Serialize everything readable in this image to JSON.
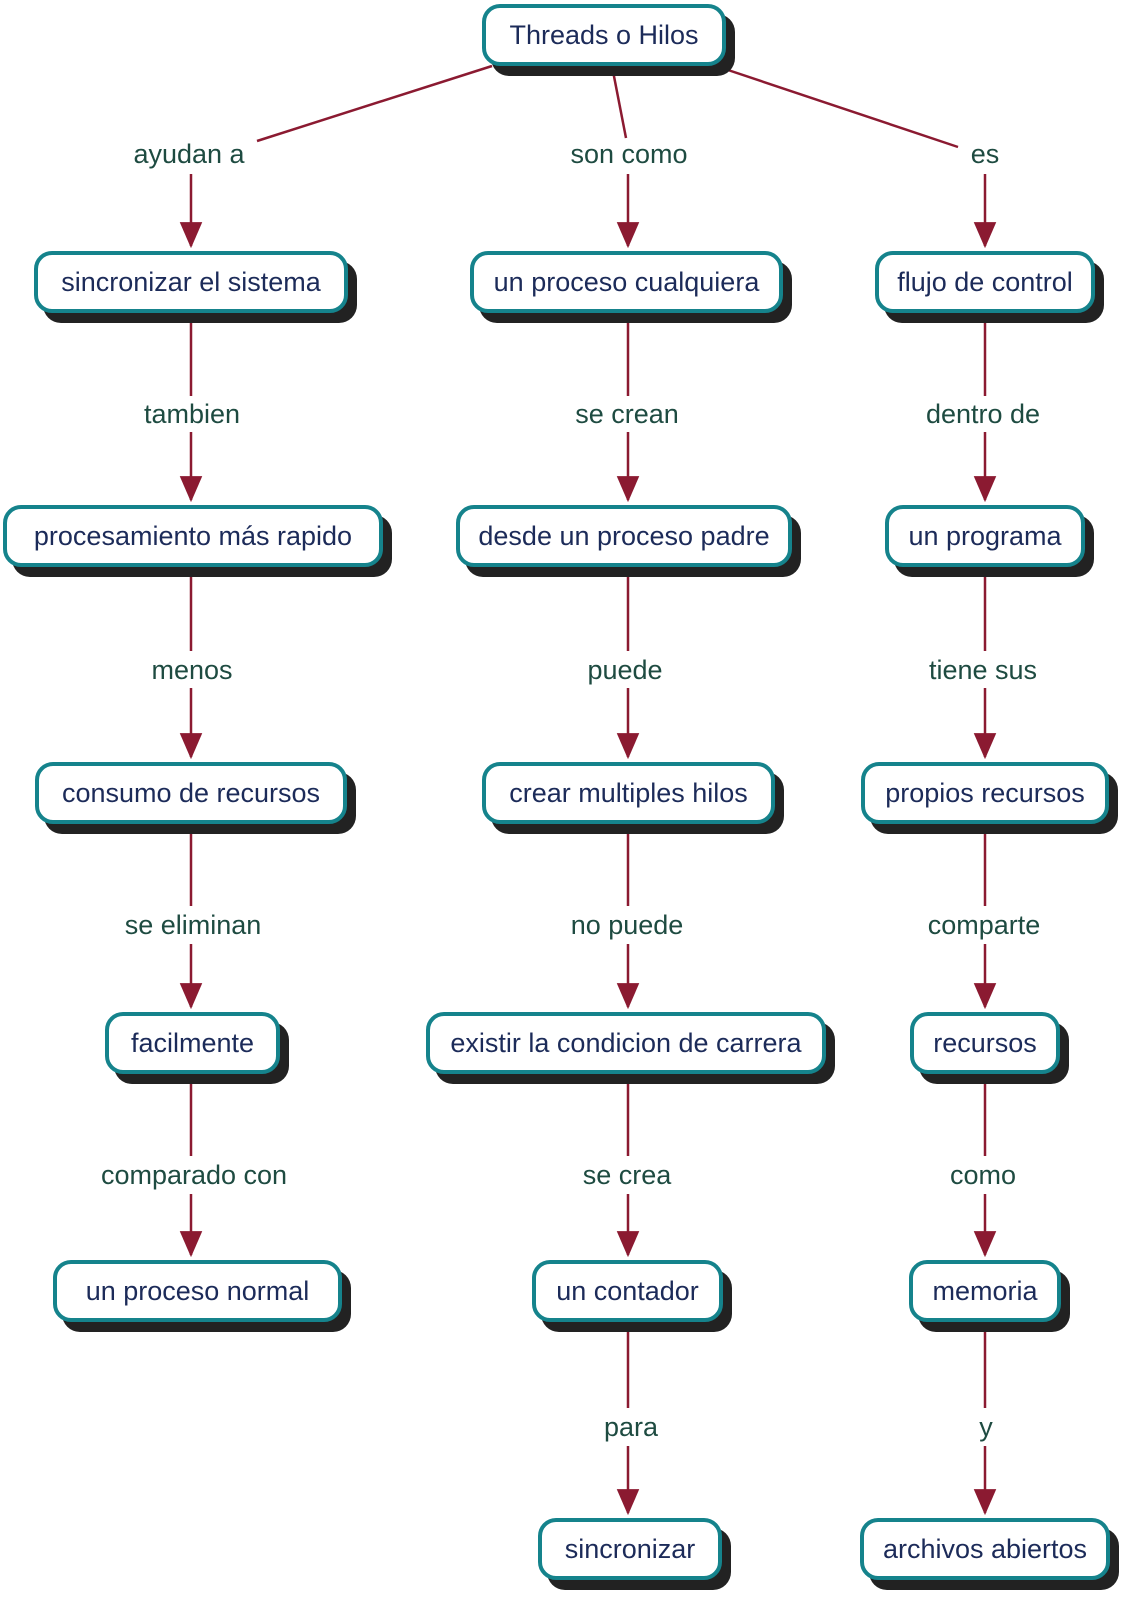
{
  "root_node": "Threads o Hilos",
  "branches": [
    {
      "id": "left",
      "links": [
        {
          "label": "ayudan a",
          "node": "sincronizar el sistema"
        },
        {
          "label": "tambien",
          "node": "procesamiento más rapido"
        },
        {
          "label": "menos",
          "node": "consumo de recursos"
        },
        {
          "label": "se eliminan",
          "node": "facilmente"
        },
        {
          "label": "comparado con",
          "node": "un proceso normal"
        }
      ]
    },
    {
      "id": "middle",
      "links": [
        {
          "label": "son como",
          "node": "un proceso cualquiera"
        },
        {
          "label": "se crean",
          "node": "desde un proceso padre"
        },
        {
          "label": "puede",
          "node": "crear multiples hilos"
        },
        {
          "label": "no puede",
          "node": "existir la condicion de carrera"
        },
        {
          "label": "se crea",
          "node": "un contador"
        },
        {
          "label": "para",
          "node": "sincronizar"
        }
      ]
    },
    {
      "id": "right",
      "links": [
        {
          "label": "es",
          "node": "flujo de control"
        },
        {
          "label": "dentro de",
          "node": "un programa"
        },
        {
          "label": "tiene sus",
          "node": "propios recursos"
        },
        {
          "label": "comparte",
          "node": "recursos"
        },
        {
          "label": "como",
          "node": "memoria"
        },
        {
          "label": "y",
          "node": "archivos abiertos"
        }
      ]
    }
  ],
  "colors": {
    "node_border": "#15838c",
    "node_fill": "#ffffff",
    "node_text": "#1c2b59",
    "link_line": "#8b1a31",
    "link_label_text": "#1e4b41",
    "shadow": "#222222",
    "background": "#ffffff"
  }
}
